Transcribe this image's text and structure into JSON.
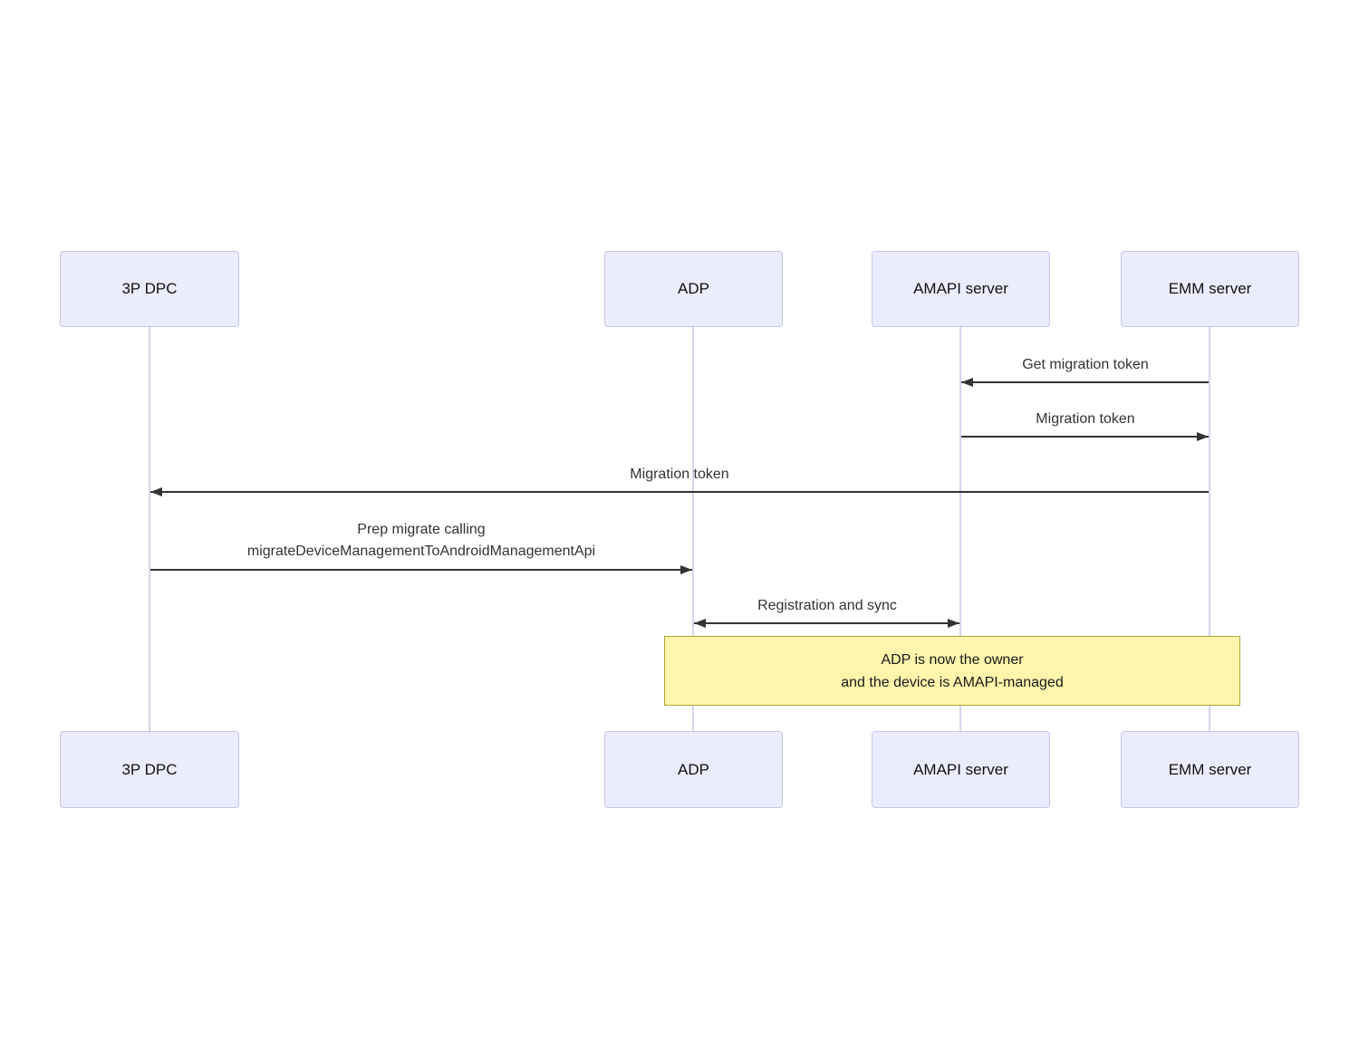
{
  "diagram": {
    "type": "sequence-diagram",
    "actors": [
      {
        "id": "3p-dpc",
        "name": "3P DPC"
      },
      {
        "id": "adp",
        "name": "ADP"
      },
      {
        "id": "amapi-server",
        "name": "AMAPI server"
      },
      {
        "id": "emm-server",
        "name": "EMM server"
      }
    ],
    "messages": [
      {
        "from": "EMM server",
        "to": "AMAPI server",
        "direction": "left",
        "lines": [
          "Get migration token"
        ]
      },
      {
        "from": "AMAPI server",
        "to": "EMM server",
        "direction": "right",
        "lines": [
          "Migration token"
        ]
      },
      {
        "from": "EMM server",
        "to": "3P DPC",
        "direction": "left",
        "lines": [
          "Migration token"
        ]
      },
      {
        "from": "3P DPC",
        "to": "ADP",
        "direction": "right",
        "lines": [
          "Prep migrate calling",
          "migrateDeviceManagementToAndroidManagementApi"
        ]
      },
      {
        "from": "ADP",
        "to": "AMAPI server",
        "direction": "both",
        "lines": [
          "Registration and sync"
        ]
      }
    ],
    "note": {
      "over": [
        "ADP",
        "EMM server"
      ],
      "lines": [
        "ADP is now the owner",
        "and the device is AMAPI-managed"
      ]
    },
    "colors": {
      "actor_fill": "#ECECFF",
      "actor_border": "#c6c4ea",
      "lifeline": "#d8d2f0",
      "arrow": "#333333",
      "note_fill": "#fff5ad",
      "note_border": "#aaaa33",
      "label_color": "#333333",
      "actor_text": "#111111"
    }
  }
}
